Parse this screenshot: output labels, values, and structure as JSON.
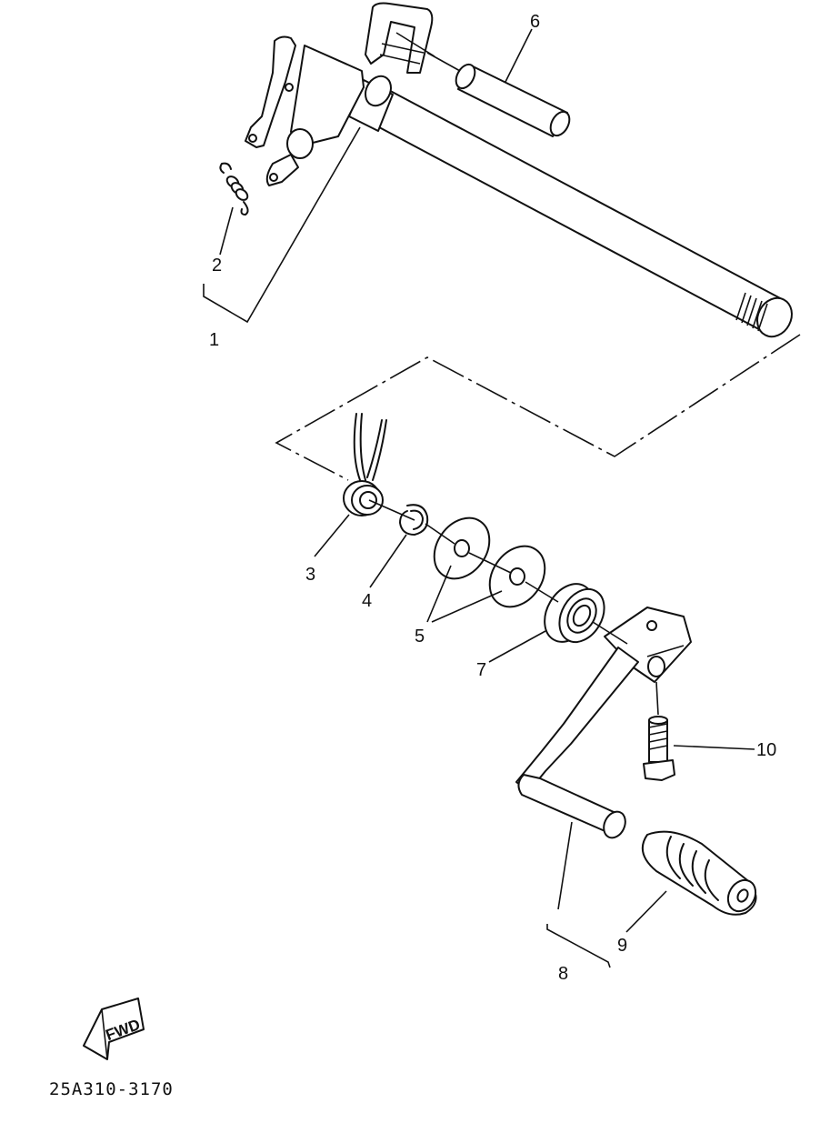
{
  "diagram": {
    "part_code": "25A310-3170",
    "direction_tag": "FWD",
    "callouts": [
      {
        "id": "1",
        "text": "1"
      },
      {
        "id": "2",
        "text": "2"
      },
      {
        "id": "3",
        "text": "3"
      },
      {
        "id": "4",
        "text": "4"
      },
      {
        "id": "5",
        "text": "5"
      },
      {
        "id": "6",
        "text": "6"
      },
      {
        "id": "7",
        "text": "7"
      },
      {
        "id": "8",
        "text": "8"
      },
      {
        "id": "9",
        "text": "9"
      },
      {
        "id": "10",
        "text": "10"
      }
    ]
  }
}
